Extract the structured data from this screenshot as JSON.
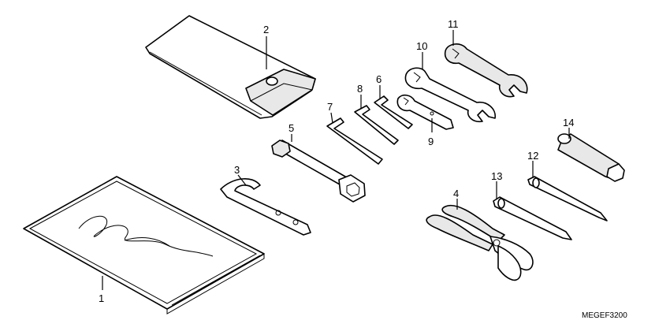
{
  "diagram": {
    "code": "MEGEF3200",
    "parts": [
      {
        "id": "manual",
        "label": "1",
        "icon": "owners-manual-icon"
      },
      {
        "id": "tool-bag",
        "label": "2",
        "icon": "tool-bag-icon"
      },
      {
        "id": "pin-spanner",
        "label": "3",
        "icon": "pin-spanner-icon"
      },
      {
        "id": "pliers",
        "label": "4",
        "icon": "pliers-icon"
      },
      {
        "id": "spark-plug-wrench",
        "label": "5",
        "icon": "spark-plug-wrench-icon"
      },
      {
        "id": "hex-wrench-a",
        "label": "6",
        "icon": "hex-wrench-icon"
      },
      {
        "id": "hex-wrench-b",
        "label": "7",
        "icon": "hex-wrench-icon"
      },
      {
        "id": "hex-wrench-c",
        "label": "8",
        "icon": "hex-wrench-icon"
      },
      {
        "id": "open-end-wrench-a",
        "label": "9",
        "icon": "open-end-wrench-icon"
      },
      {
        "id": "open-end-wrench-b",
        "label": "10",
        "icon": "open-end-wrench-icon"
      },
      {
        "id": "open-end-wrench-c",
        "label": "11",
        "icon": "open-end-wrench-icon"
      },
      {
        "id": "screwdriver",
        "label": "12",
        "icon": "screwdriver-icon"
      },
      {
        "id": "screwdriver-small",
        "label": "13",
        "icon": "screwdriver-icon"
      },
      {
        "id": "screwdriver-grip",
        "label": "14",
        "icon": "screwdriver-grip-icon"
      }
    ]
  }
}
